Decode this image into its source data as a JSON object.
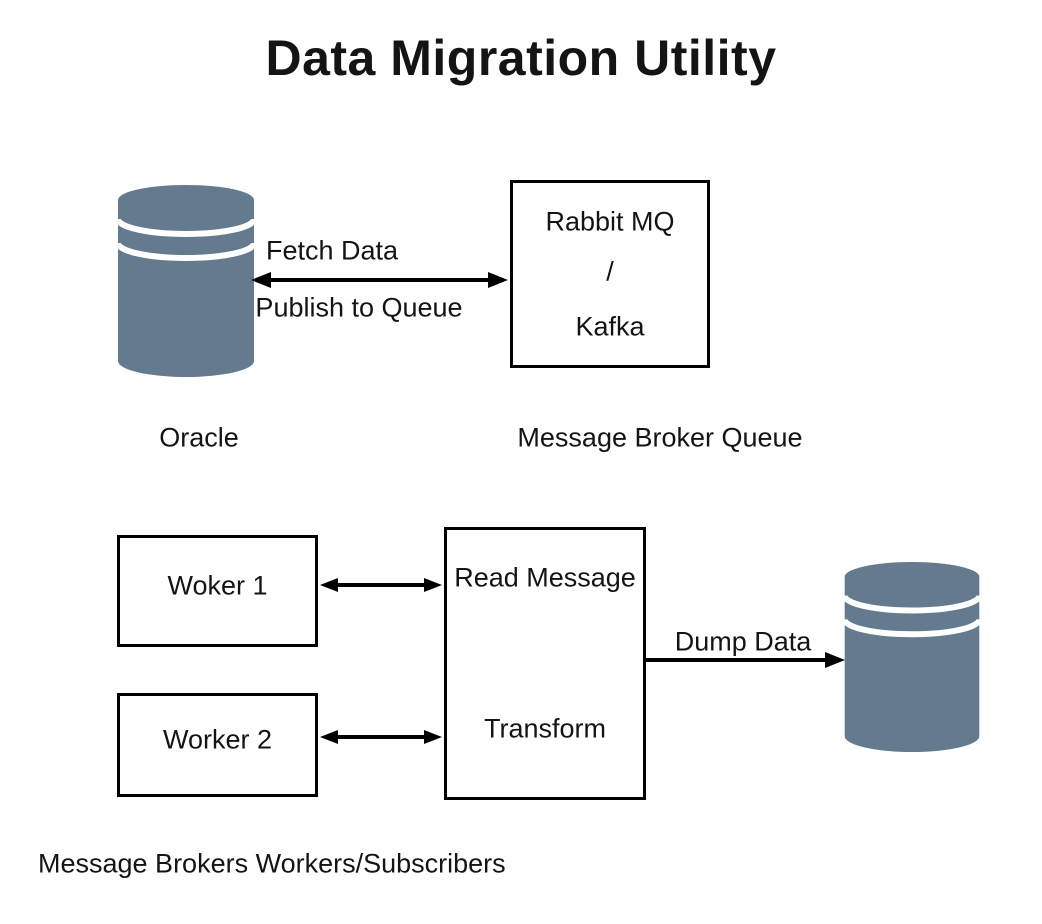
{
  "title": "Data Migration Utility",
  "colors": {
    "database_cylinder": "#647A8E",
    "arrow_and_border": "#000000",
    "text": "#141414",
    "background": "#FFFFFF"
  },
  "source": {
    "icon": "database-cylinder-icon",
    "label": "Oracle"
  },
  "broker": {
    "line1": "Rabbit MQ",
    "line2": "/",
    "line3": "Kafka",
    "caption": "Message Broker Queue"
  },
  "edges": {
    "fetch": "Fetch Data",
    "publish": "Publish to Queue",
    "dump": "Dump Data"
  },
  "workers": {
    "worker1_label": "Woker 1",
    "worker2_label": "Worker 2",
    "caption": "Message Brokers Workers/Subscribers"
  },
  "processor": {
    "line_top": "Read Message",
    "line_bottom": "Transform"
  },
  "target": {
    "icon": "database-cylinder-icon"
  }
}
